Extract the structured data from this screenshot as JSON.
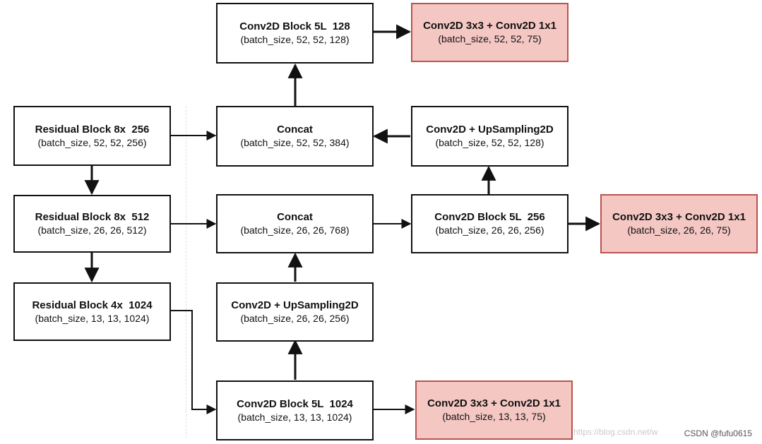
{
  "nodes": {
    "c2d5l_128": {
      "title": "Conv2D Block 5L  128",
      "sub": "(batch_size, 52, 52, 128)"
    },
    "out_52": {
      "title": "Conv2D 3x3 + Conv2D 1x1",
      "sub": "(batch_size, 52, 52, 75)"
    },
    "res8_256": {
      "title": "Residual Block 8x  256",
      "sub": "(batch_size, 52, 52, 256)"
    },
    "concat_52": {
      "title": "Concat",
      "sub": "(batch_size, 52, 52, 384)"
    },
    "up_52": {
      "title": "Conv2D + UpSampling2D",
      "sub": "(batch_size, 52, 52, 128)"
    },
    "res8_512": {
      "title": "Residual Block 8x  512",
      "sub": "(batch_size, 26, 26, 512)"
    },
    "concat_26": {
      "title": "Concat",
      "sub": "(batch_size, 26, 26, 768)"
    },
    "c2d5l_256": {
      "title": "Conv2D Block 5L  256",
      "sub": "(batch_size, 26, 26, 256)"
    },
    "out_26": {
      "title": "Conv2D 3x3 + Conv2D 1x1",
      "sub": "(batch_size, 26, 26, 75)"
    },
    "res4_1024": {
      "title": "Residual Block 4x  1024",
      "sub": "(batch_size, 13, 13, 1024)"
    },
    "up_26": {
      "title": "Conv2D + UpSampling2D",
      "sub": "(batch_size, 26, 26, 256)"
    },
    "c2d5l_1024": {
      "title": "Conv2D Block 5L  1024",
      "sub": "(batch_size, 13, 13, 1024)"
    },
    "out_13": {
      "title": "Conv2D 3x3 + Conv2D 1x1",
      "sub": "(batch_size, 13, 13, 75)"
    }
  },
  "edges": [
    {
      "from": "res8_256",
      "to": "res8_512"
    },
    {
      "from": "res8_512",
      "to": "res4_1024"
    },
    {
      "from": "res8_256",
      "to": "concat_52"
    },
    {
      "from": "res8_512",
      "to": "concat_26"
    },
    {
      "from": "res4_1024",
      "to": "c2d5l_1024"
    },
    {
      "from": "c2d5l_1024",
      "to": "up_26"
    },
    {
      "from": "up_26",
      "to": "concat_26"
    },
    {
      "from": "concat_26",
      "to": "c2d5l_256"
    },
    {
      "from": "c2d5l_256",
      "to": "up_52"
    },
    {
      "from": "up_52",
      "to": "concat_52"
    },
    {
      "from": "concat_52",
      "to": "c2d5l_128"
    },
    {
      "from": "c2d5l_128",
      "to": "out_52"
    },
    {
      "from": "c2d5l_256",
      "to": "out_26"
    },
    {
      "from": "c2d5l_1024",
      "to": "out_13"
    }
  ],
  "colors": {
    "output_fill": "#f4c7c3",
    "output_border": "#b85450",
    "edge": "#111111"
  },
  "watermark": {
    "text": "CSDN @fufu0615",
    "faint": "https://blog.csdn.net/w"
  }
}
